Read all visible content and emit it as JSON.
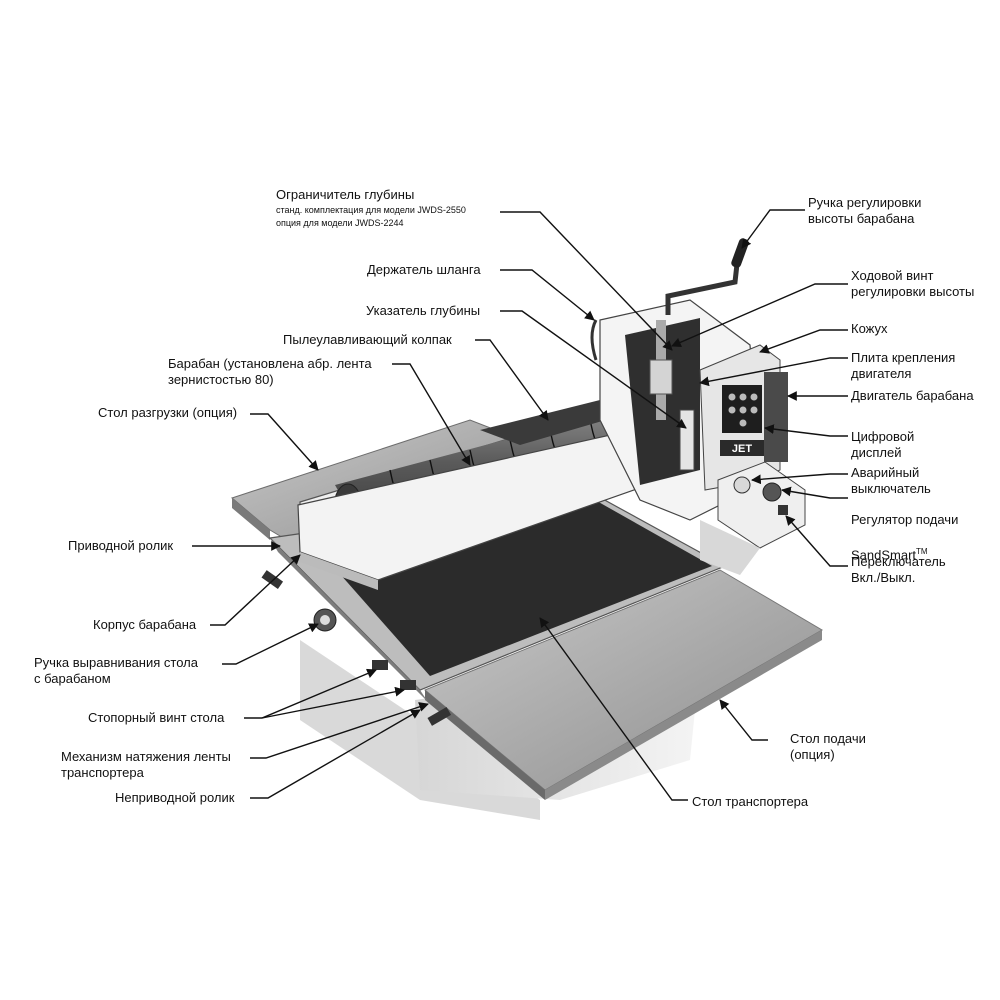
{
  "labels": {
    "depth_limiter": "Ограничитель глубины",
    "depth_limiter_std": "станд. комплектация для модели JWDS-2550",
    "depth_limiter_opt": "опция для модели JWDS-2244",
    "height_handle": "Ручка регулировки\nвысоты барабана",
    "hose_holder": "Держатель шланга",
    "lead_screw": "Ходовой винт\nрегулировки высоты",
    "depth_indicator": "Указатель глубины",
    "housing": "Кожух",
    "dust_hood": "Пылеулавливающий колпак",
    "motor_plate": "Плита крепления\nдвигателя",
    "drum": "Барабан (установлена абр. лента\nзернистостью 80)",
    "drum_motor": "Двигатель барабана",
    "outfeed_table": "Стол разгрузки (опция)",
    "digital_display": "Цифровой\nдисплей",
    "emergency_switch": "Аварийный\nвыключатель",
    "feed_regulator": "Регулятор подачи",
    "sandsmart": "SandSmart",
    "tm": "TM",
    "drive_roller": "Приводной ролик",
    "on_off_switch": "Переключатель\nВкл./Выкл.",
    "drum_body": "Корпус барабана",
    "table_align_handle": "Ручка выравнивания стола\nс барабаном",
    "table_lock_screw": "Стопорный винт стола",
    "belt_tension": "Механизм натяжения ленты\nтранспортера",
    "infeed_table": "Стол подачи\n(опция)",
    "idler_roller": "Неприводной ролик",
    "conveyor_table": "Стол транспортера",
    "brand": "JET"
  },
  "colors": {
    "belt": "#2b2b2b",
    "metal": "#9a9a9a",
    "body": "#e9e9e9",
    "drum": "#555555"
  }
}
